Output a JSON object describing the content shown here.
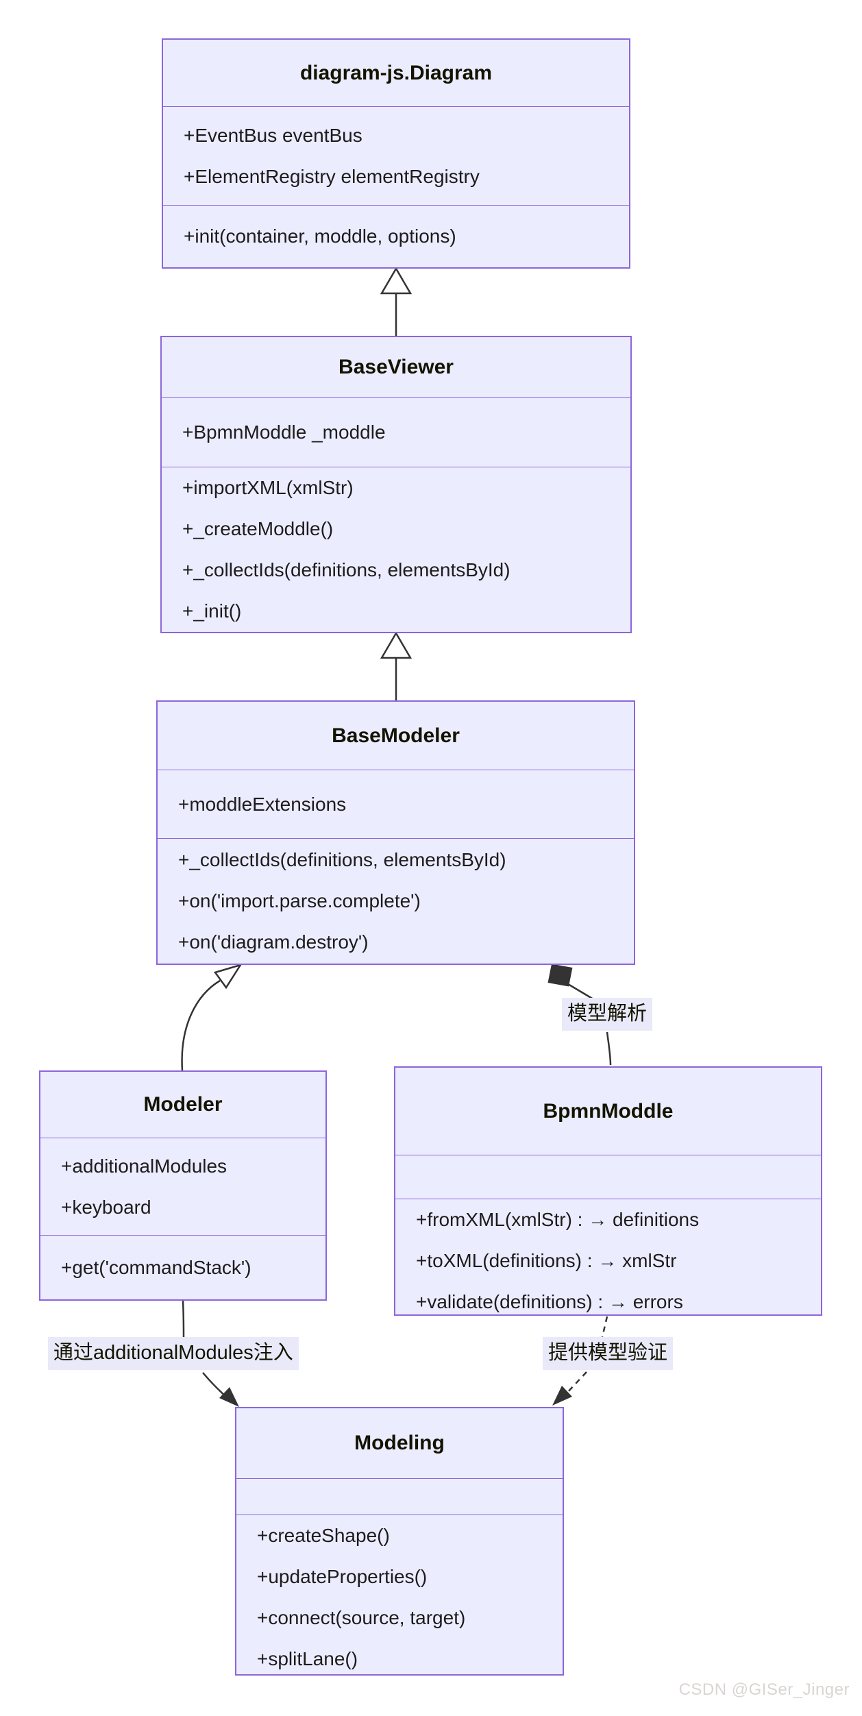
{
  "classes": [
    {
      "id": "diagram-js-diagram",
      "title": "diagram-js.Diagram",
      "attributes": [
        "+EventBus eventBus",
        "+ElementRegistry elementRegistry"
      ],
      "methods": [
        "+init(container, moddle, options)"
      ]
    },
    {
      "id": "base-viewer",
      "title": "BaseViewer",
      "attributes": [
        "+BpmnModdle _moddle"
      ],
      "methods": [
        "+importXML(xmlStr)",
        "+_createModdle()",
        "+_collectIds(definitions, elementsById)",
        "+_init()"
      ]
    },
    {
      "id": "base-modeler",
      "title": "BaseModeler",
      "attributes": [
        "+moddleExtensions"
      ],
      "methods": [
        "+_collectIds(definitions, elementsById)",
        "+on('import.parse.complete')",
        "+on('diagram.destroy')"
      ]
    },
    {
      "id": "modeler",
      "title": "Modeler",
      "attributes": [
        "+additionalModules",
        "+keyboard"
      ],
      "methods": [
        "+get('commandStack')"
      ]
    },
    {
      "id": "bpmn-moddle",
      "title": "BpmnModdle",
      "attributes": [],
      "methods": [
        "+fromXML(xmlStr) : → definitions",
        "+toXML(definitions) : → xmlStr",
        "+validate(definitions) : → errors"
      ]
    },
    {
      "id": "modeling",
      "title": "Modeling",
      "attributes": [],
      "methods": [
        "+createShape()",
        "+updateProperties()",
        "+connect(source, target)",
        "+splitLane()"
      ]
    }
  ],
  "edges": [
    {
      "from": "BaseViewer",
      "to": "diagram-js.Diagram",
      "type": "inheritance",
      "label": ""
    },
    {
      "from": "BaseModeler",
      "to": "BaseViewer",
      "type": "inheritance",
      "label": ""
    },
    {
      "from": "Modeler",
      "to": "BaseModeler",
      "type": "inheritance",
      "label": ""
    },
    {
      "from": "BaseModeler",
      "to": "BpmnModdle",
      "type": "composition",
      "label": "模型解析"
    },
    {
      "from": "Modeler",
      "to": "Modeling",
      "type": "arrow",
      "label": "通过additionalModules注入"
    },
    {
      "from": "BpmnModdle",
      "to": "Modeling",
      "type": "dashed-dependency",
      "label": "提供模型验证"
    }
  ],
  "watermark": "CSDN @GISer_Jinger",
  "colors": {
    "box_fill": "#ECECFF",
    "box_border": "#8C66D9",
    "line": "#333333",
    "label_bg": "#E9E9F9",
    "watermark": "#d9d5d2"
  }
}
